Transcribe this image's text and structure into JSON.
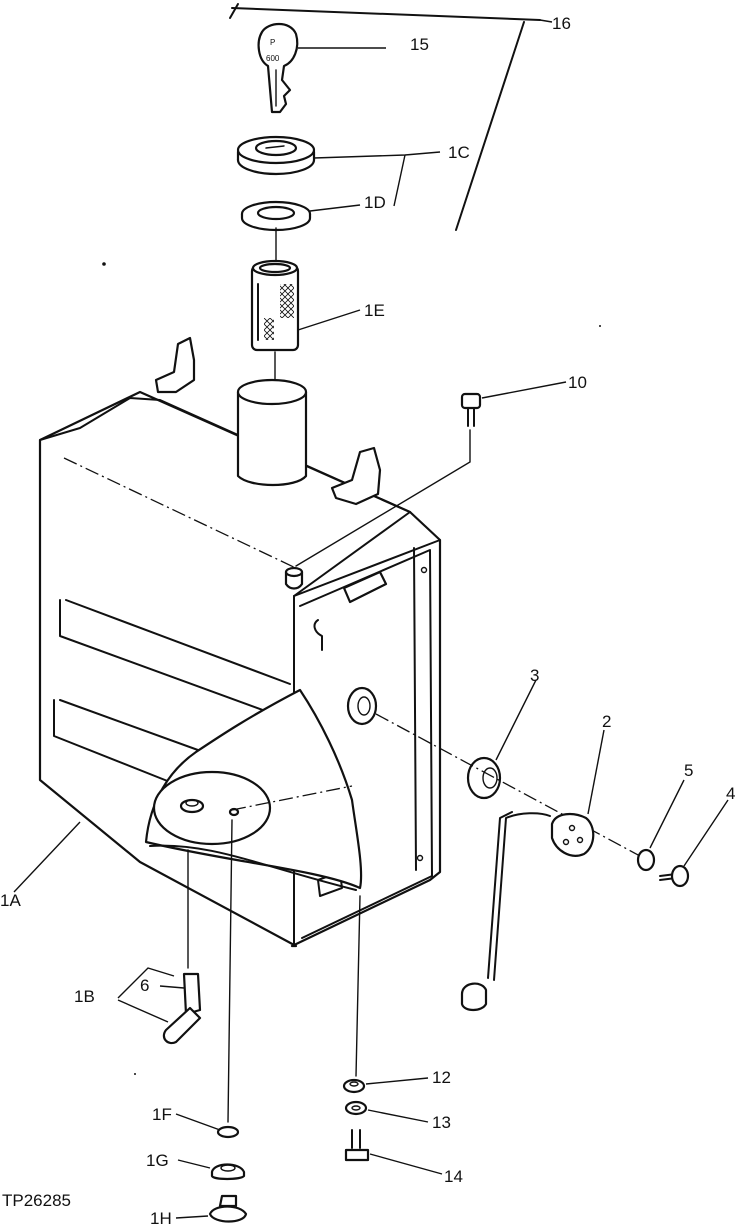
{
  "figure_id": "TP26285",
  "callouts": {
    "c1A": "1A",
    "c1B": "1B",
    "c1C": "1C",
    "c1D": "1D",
    "c1E": "1E",
    "c1F": "1F",
    "c1G": "1G",
    "c1H": "1H",
    "c2": "2",
    "c3": "3",
    "c4": "4",
    "c5": "5",
    "c6": "6",
    "c10": "10",
    "c12": "12",
    "c13": "13",
    "c14": "14",
    "c15": "15",
    "c16": "16"
  }
}
